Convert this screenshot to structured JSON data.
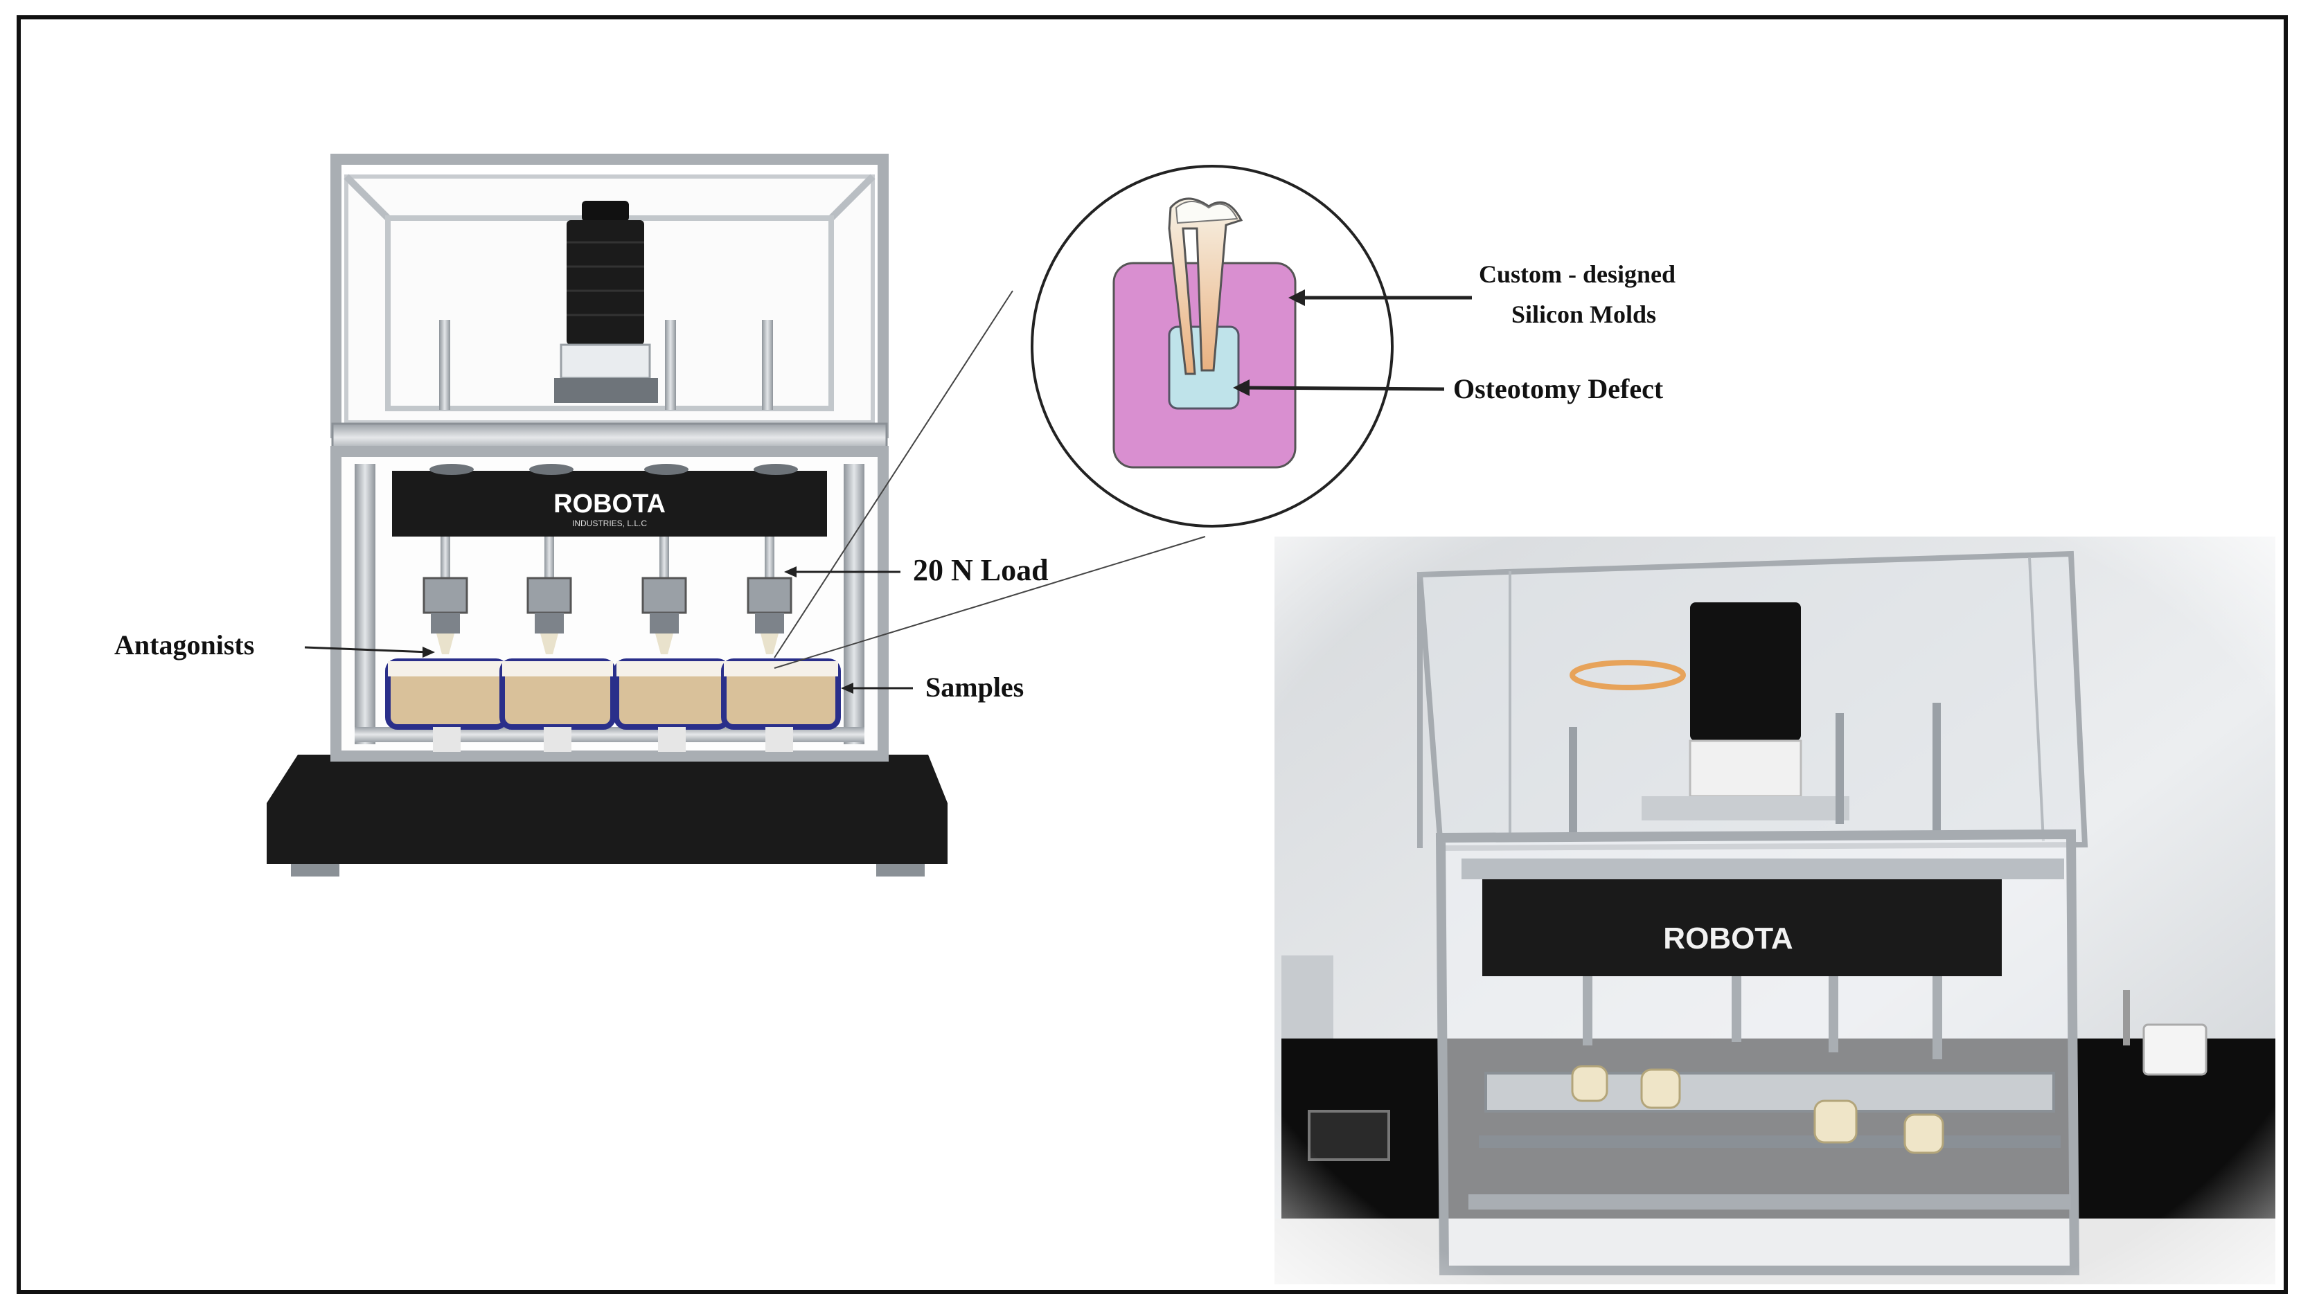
{
  "labels": {
    "antagonists": "Antagonists",
    "load": "20 N Load",
    "samples": "Samples",
    "molds_line1": "Custom - designed",
    "molds_line2": "Silicon Molds",
    "defect": "Osteotomy Defect"
  },
  "machine_brand": {
    "name": "ROBOTA",
    "sub": "INDUSTRIES, L.L.C"
  },
  "colors": {
    "mold": "#d98fd0",
    "defect": "#bfe3ea",
    "sample_sand": "#d9c19a",
    "sample_border": "#2a2f8a",
    "frame_metal": "#b9bec3",
    "base": "#1a1a1a"
  }
}
